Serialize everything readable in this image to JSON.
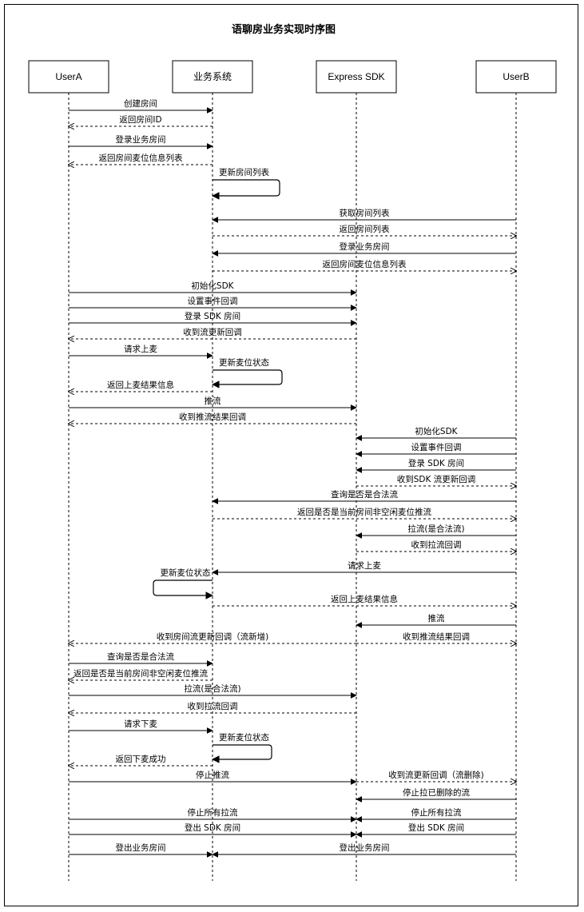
{
  "title": "语聊房业务实现时序图",
  "participants": [
    {
      "id": "userA",
      "label": "UserA"
    },
    {
      "id": "biz",
      "label": "业务系统"
    },
    {
      "id": "sdk",
      "label": "Express SDK"
    },
    {
      "id": "userB",
      "label": "UserB"
    }
  ],
  "messages": [
    {
      "from": "userA",
      "to": "biz",
      "label": "创建房间",
      "style": "solid"
    },
    {
      "from": "biz",
      "to": "userA",
      "label": "返回房间ID",
      "style": "dashed"
    },
    {
      "from": "userA",
      "to": "biz",
      "label": "登录业务房间",
      "style": "solid"
    },
    {
      "from": "biz",
      "to": "userA",
      "label": "返回房间麦位信息列表",
      "style": "dashed"
    },
    {
      "from": "biz",
      "to": "biz",
      "label": "更新房间列表",
      "style": "self"
    },
    {
      "from": "userB",
      "to": "biz",
      "label": "获取房间列表",
      "style": "solid"
    },
    {
      "from": "biz",
      "to": "userB",
      "label": "返回房间列表",
      "style": "dashed"
    },
    {
      "from": "userB",
      "to": "biz",
      "label": "登录业务房间",
      "style": "solid"
    },
    {
      "from": "biz",
      "to": "userB",
      "label": "返回房间麦位信息列表",
      "style": "dashed"
    },
    {
      "from": "userA",
      "to": "sdk",
      "label": "初始化SDK",
      "style": "solid"
    },
    {
      "from": "userA",
      "to": "sdk",
      "label": "设置事件回调",
      "style": "solid"
    },
    {
      "from": "userA",
      "to": "sdk",
      "label": "登录 SDK 房间",
      "style": "solid"
    },
    {
      "from": "sdk",
      "to": "userA",
      "label": "收到流更新回调",
      "style": "dashed"
    },
    {
      "from": "userA",
      "to": "biz",
      "label": "请求上麦",
      "style": "solid"
    },
    {
      "from": "biz",
      "to": "biz",
      "label": "更新麦位状态",
      "style": "self"
    },
    {
      "from": "biz",
      "to": "userA",
      "label": "返回上麦结果信息",
      "style": "dashed"
    },
    {
      "from": "userA",
      "to": "sdk",
      "label": "推流",
      "style": "solid"
    },
    {
      "from": "sdk",
      "to": "userA",
      "label": "收到推流结果回调",
      "style": "dashed"
    },
    {
      "from": "userB",
      "to": "sdk",
      "label": "初始化SDK",
      "style": "solid"
    },
    {
      "from": "userB",
      "to": "sdk",
      "label": "设置事件回调",
      "style": "solid"
    },
    {
      "from": "userB",
      "to": "sdk",
      "label": "登录 SDK 房间",
      "style": "solid"
    },
    {
      "from": "sdk",
      "to": "userB",
      "label": "收到SDK 流更新回调",
      "style": "dashed"
    },
    {
      "from": "userB",
      "to": "biz",
      "label": "查询是否是合法流",
      "style": "solid"
    },
    {
      "from": "biz",
      "to": "userB",
      "label": "返回是否是当前房间非空闲麦位推流",
      "style": "dashed"
    },
    {
      "from": "userB",
      "to": "sdk",
      "label": "拉流(是合法流)",
      "style": "solid"
    },
    {
      "from": "sdk",
      "to": "userB",
      "label": "收到拉流回调",
      "style": "dashed"
    },
    {
      "from": "userB",
      "to": "biz",
      "label": "请求上麦",
      "style": "solid"
    },
    {
      "from": "biz",
      "to": "biz",
      "label": "更新麦位状态",
      "style": "self-left"
    },
    {
      "from": "biz",
      "to": "userB",
      "label": "返回上麦结果信息",
      "style": "dashed"
    },
    {
      "from": "userB",
      "to": "sdk",
      "label": "推流",
      "style": "solid"
    },
    {
      "from": "sdk",
      "to": "userA",
      "label": "收到房间流更新回调（流新增)",
      "style": "dashed"
    },
    {
      "from": "sdk",
      "to": "userB",
      "label": "收到推流结果回调",
      "style": "dashed"
    },
    {
      "from": "userA",
      "to": "biz",
      "label": "查询是否是合法流",
      "style": "solid"
    },
    {
      "from": "biz",
      "to": "userA",
      "label": "返回是否是当前房间非空闲麦位推流",
      "style": "dashed"
    },
    {
      "from": "userA",
      "to": "sdk",
      "label": "拉流(是合法流)",
      "style": "solid"
    },
    {
      "from": "sdk",
      "to": "userA",
      "label": "收到拉流回调",
      "style": "dashed"
    },
    {
      "from": "userA",
      "to": "biz",
      "label": "请求下麦",
      "style": "solid"
    },
    {
      "from": "biz",
      "to": "biz",
      "label": "更新麦位状态",
      "style": "self"
    },
    {
      "from": "biz",
      "to": "userA",
      "label": "返回下麦成功",
      "style": "dashed"
    },
    {
      "from": "userA",
      "to": "sdk",
      "label": "停止推流",
      "style": "solid"
    },
    {
      "from": "sdk",
      "to": "userB",
      "label": "收到流更新回调（流删除)",
      "style": "dashed"
    },
    {
      "from": "userB",
      "to": "sdk",
      "label": "停止拉已删除的流",
      "style": "solid"
    },
    {
      "from": "userA",
      "to": "sdk",
      "label": "停止所有拉流",
      "style": "solid"
    },
    {
      "from": "userB",
      "to": "sdk",
      "label": "停止所有拉流",
      "style": "solid"
    },
    {
      "from": "userA",
      "to": "sdk",
      "label": "登出 SDK 房间",
      "style": "solid"
    },
    {
      "from": "userB",
      "to": "sdk",
      "label": "登出 SDK 房间",
      "style": "solid"
    },
    {
      "from": "userA",
      "to": "biz",
      "label": "登出业务房间",
      "style": "solid"
    },
    {
      "from": "userB",
      "to": "biz",
      "label": "登出业务房间",
      "style": "solid"
    }
  ]
}
